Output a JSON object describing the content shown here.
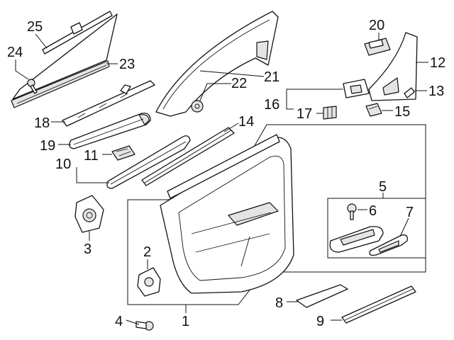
{
  "callouts": {
    "c1": "1",
    "c2": "2",
    "c3": "3",
    "c4": "4",
    "c5": "5",
    "c6": "6",
    "c7": "7",
    "c8": "8",
    "c9": "9",
    "c10": "10",
    "c11": "11",
    "c12": "12",
    "c13": "13",
    "c14": "14",
    "c15": "15",
    "c16": "16",
    "c17": "17",
    "c18": "18",
    "c19": "19",
    "c20": "20",
    "c21": "21",
    "c22": "22",
    "c23": "23",
    "c24": "24",
    "c25": "25"
  },
  "colors": {
    "line": "#111111",
    "background": "#ffffff",
    "shade": "#e4e4e4"
  }
}
